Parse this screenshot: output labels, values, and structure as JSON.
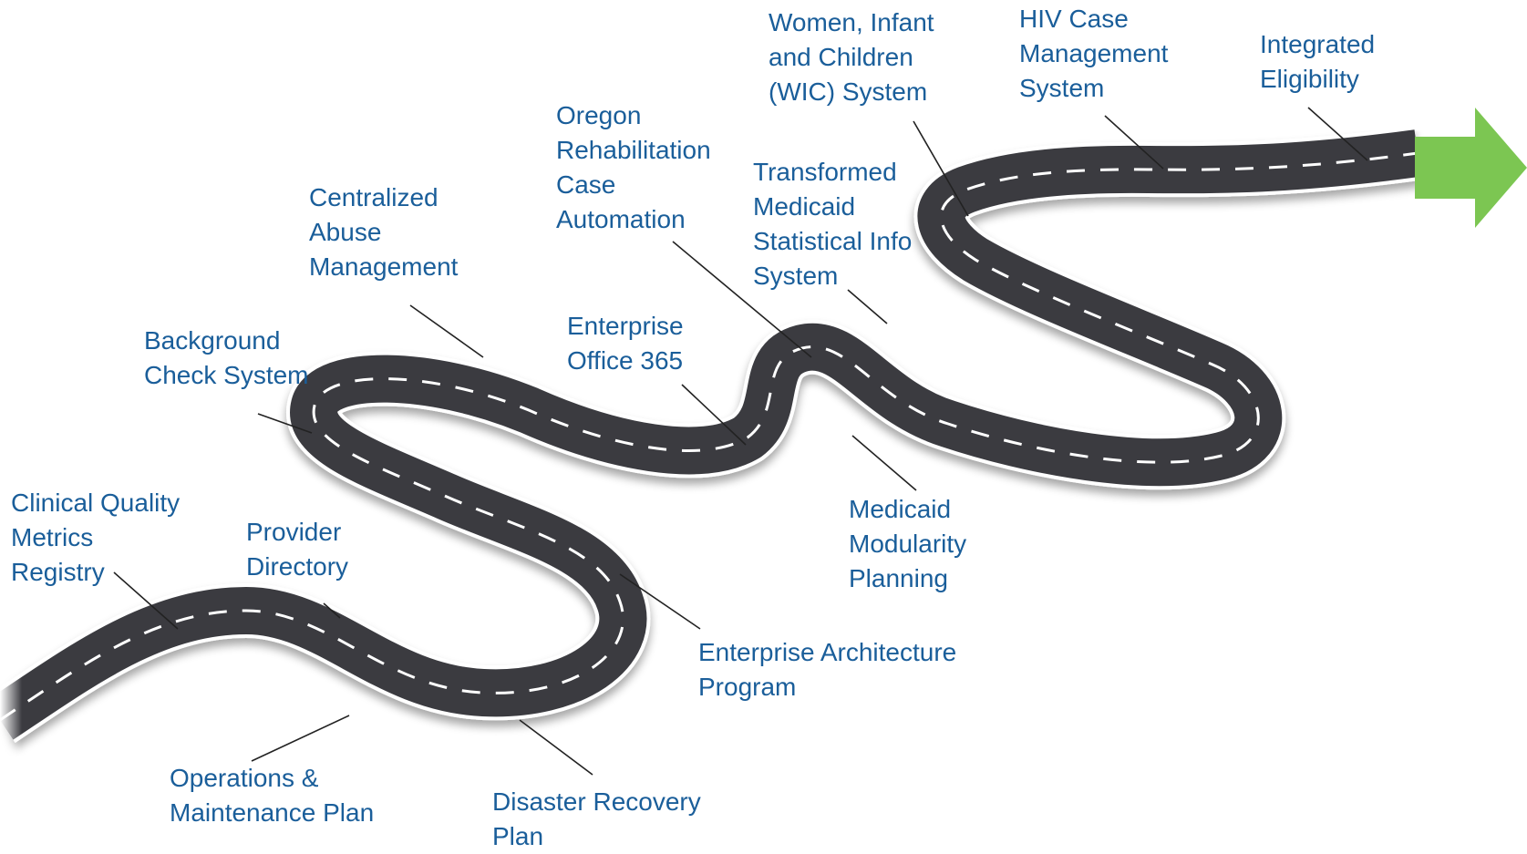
{
  "colors": {
    "label": "#1a5e9a",
    "road": "#3a3b40",
    "road_edge": "#ffffff",
    "lane_marking": "#ffffff",
    "leader_line": "#222222",
    "arrow": "#7cc652"
  },
  "icons": {
    "road": "winding-road",
    "arrow": "right-arrow"
  },
  "milestones": [
    {
      "id": "clinical-quality-metrics-registry",
      "label": "Clinical Quality\nMetrics\nRegistry"
    },
    {
      "id": "provider-directory",
      "label": "Provider\nDirectory"
    },
    {
      "id": "operations-maintenance-plan",
      "label": "Operations &\nMaintenance Plan"
    },
    {
      "id": "disaster-recovery-plan",
      "label": "Disaster Recovery\nPlan"
    },
    {
      "id": "enterprise-architecture-program",
      "label": "Enterprise Architecture\nProgram"
    },
    {
      "id": "background-check-system",
      "label": "Background\nCheck System"
    },
    {
      "id": "centralized-abuse-management",
      "label": "Centralized\nAbuse\nManagement"
    },
    {
      "id": "enterprise-office-365",
      "label": "Enterprise\nOffice 365"
    },
    {
      "id": "oregon-rehabilitation-case-automation",
      "label": "Oregon\nRehabilitation\nCase\nAutomation"
    },
    {
      "id": "medicaid-modularity-planning",
      "label": "Medicaid\nModularity\nPlanning"
    },
    {
      "id": "transformed-medicaid-statistical-info-system",
      "label": "Transformed\nMedicaid\nStatistical Info\nSystem"
    },
    {
      "id": "wic-system",
      "label": "Women, Infant\nand Children\n(WIC) System"
    },
    {
      "id": "hiv-case-management-system",
      "label": "HIV Case\nManagement\nSystem"
    },
    {
      "id": "integrated-eligibility",
      "label": "Integrated\nEligibility"
    }
  ]
}
